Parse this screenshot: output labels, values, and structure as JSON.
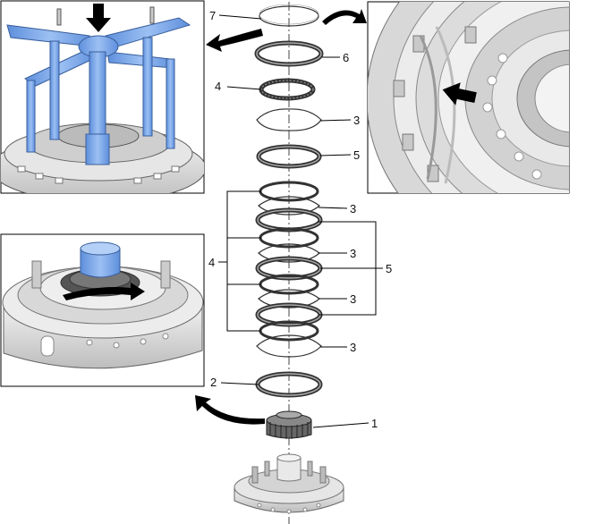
{
  "callouts": {
    "c1": "1",
    "c2": "2",
    "c3a": "3",
    "c3b": "3",
    "c3c": "3",
    "c3d": "3",
    "c3e": "3",
    "c4a": "4",
    "c4b": "4",
    "c5a": "5",
    "c5b": "5",
    "c6": "6",
    "c7": "7"
  },
  "colors": {
    "tool_blue": "#7aa6e8",
    "metal": "#d9d9d9",
    "outline": "#111111",
    "friction": "#6e6e6e"
  },
  "icons": {
    "press_arrow": "down-arrow-icon",
    "pointer_arrow": "left-arrow-icon",
    "rotate_arrow": "curved-arrow-icon"
  }
}
